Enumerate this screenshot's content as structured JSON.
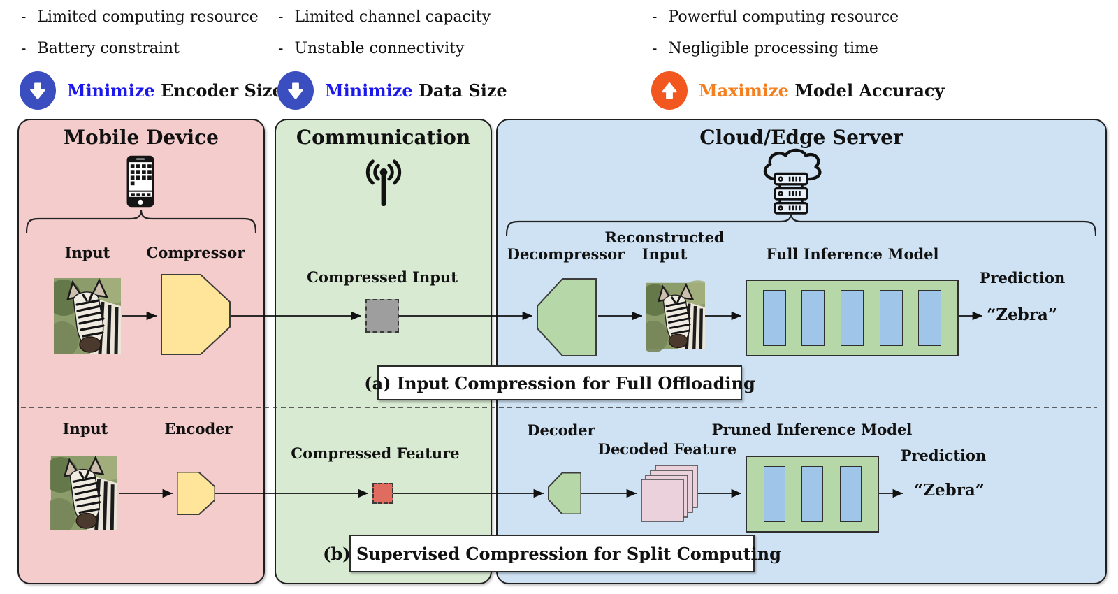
{
  "ui": {
    "bullet_dash": "-"
  },
  "icons": {
    "mobile_panel": "smartphone-icon",
    "communication_panel": "antenna-icon",
    "server_panel": "cloud-server-icon",
    "minimize_badge": "down-arrow-circle-icon",
    "maximize_badge": "up-arrow-circle-icon",
    "input_image": "zebra-photo"
  },
  "colors": {
    "mobile_panel_bg": "#f4cccc",
    "comm_panel_bg": "#d9ead3",
    "server_panel_bg": "#cfe2f3",
    "minimize_badge": "#3b4ec0",
    "minimize_text": "#1b18ec",
    "maximize_badge": "#f1571f",
    "maximize_text": "#f57e1e",
    "compressor_fill": "#ffe599",
    "decompressor_fill": "#b6d7a8",
    "model_fill": "#b6d7a8",
    "model_block_fill": "#9fc5e8",
    "compressed_input_fill": "#9e9e9e",
    "compressed_feature_fill": "#e06c5f",
    "decoded_feature_fill": "#ead1dc"
  },
  "goals": [
    {
      "bullets": [
        "Limited computing resource",
        "Battery constraint"
      ],
      "arrow": "down",
      "verb": "Minimize",
      "objective": "Encoder Size"
    },
    {
      "bullets": [
        "Limited channel capacity",
        "Unstable connectivity"
      ],
      "arrow": "down",
      "verb": "Minimize",
      "objective": "Data Size"
    },
    {
      "bullets": [
        "Powerful computing resource",
        "Negligible processing time"
      ],
      "arrow": "up",
      "verb": "Maximize",
      "objective": "Model Accuracy"
    }
  ],
  "panels": {
    "mobile": {
      "title": "Mobile Device"
    },
    "communication": {
      "title": "Communication"
    },
    "server": {
      "title": "Cloud/Edge Server"
    }
  },
  "row_a": {
    "input_label": "Input",
    "compressor_label": "Compressor",
    "compressed_label": "Compressed Input",
    "decompressor_label": "Decompressor",
    "reconstructed_label": "Reconstructed Input",
    "model_label": "Full Inference Model",
    "model_blocks": 5,
    "prediction_label": "Prediction",
    "prediction_value": "“Zebra”",
    "caption": "(a) Input Compression for Full Offloading"
  },
  "row_b": {
    "input_label": "Input",
    "encoder_label": "Encoder",
    "compressed_label": "Compressed Feature",
    "decoder_label": "Decoder",
    "decoded_label": "Decoded Feature",
    "model_label": "Pruned Inference Model",
    "model_blocks": 3,
    "prediction_label": "Prediction",
    "prediction_value": "“Zebra”",
    "caption": "(b) Supervised Compression for Split Computing"
  }
}
